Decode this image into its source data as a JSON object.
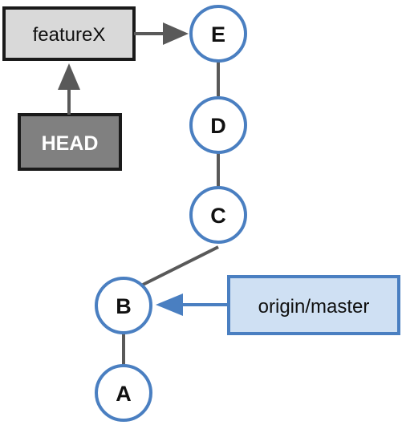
{
  "colors": {
    "commit_stroke": "#4a7fc1",
    "commit_fill": "#ffffff",
    "edge": "#595959",
    "branch_fill": "#d9d9d9",
    "branch_stroke": "#1a1a1a",
    "head_fill": "#808080",
    "head_stroke": "#1a1a1a",
    "head_text": "#ffffff",
    "remote_fill": "#cfe0f3",
    "remote_stroke": "#4a7fc1",
    "remote_arrow": "#4a7fc1",
    "ref_arrow": "#595959"
  },
  "commits": [
    {
      "id": "E"
    },
    {
      "id": "D"
    },
    {
      "id": "C"
    },
    {
      "id": "B"
    },
    {
      "id": "A"
    }
  ],
  "edges": [
    {
      "from": "E",
      "to": "D"
    },
    {
      "from": "D",
      "to": "C"
    },
    {
      "from": "C",
      "to": "B"
    },
    {
      "from": "B",
      "to": "A"
    }
  ],
  "refs": {
    "branch": {
      "label": "featureX",
      "points_to": "E"
    },
    "head": {
      "label": "HEAD",
      "points_to": "featureX"
    },
    "remote": {
      "label": "origin/master",
      "points_to": "B"
    }
  }
}
